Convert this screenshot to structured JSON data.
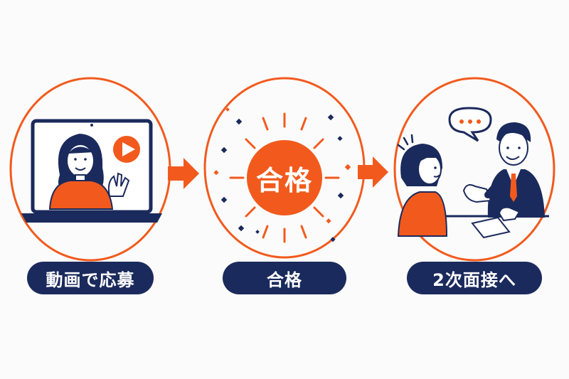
{
  "steps": [
    {
      "label": "動画で応募",
      "icon": "laptop-video-icon"
    },
    {
      "label": "合格",
      "badge": "合格",
      "icon": "pass-badge-icon"
    },
    {
      "label": "2次面接へ",
      "icon": "interview-icon"
    }
  ],
  "colors": {
    "accent": "#f25a1d",
    "navy": "#1b2a5c",
    "background": "#fbfbfb"
  }
}
